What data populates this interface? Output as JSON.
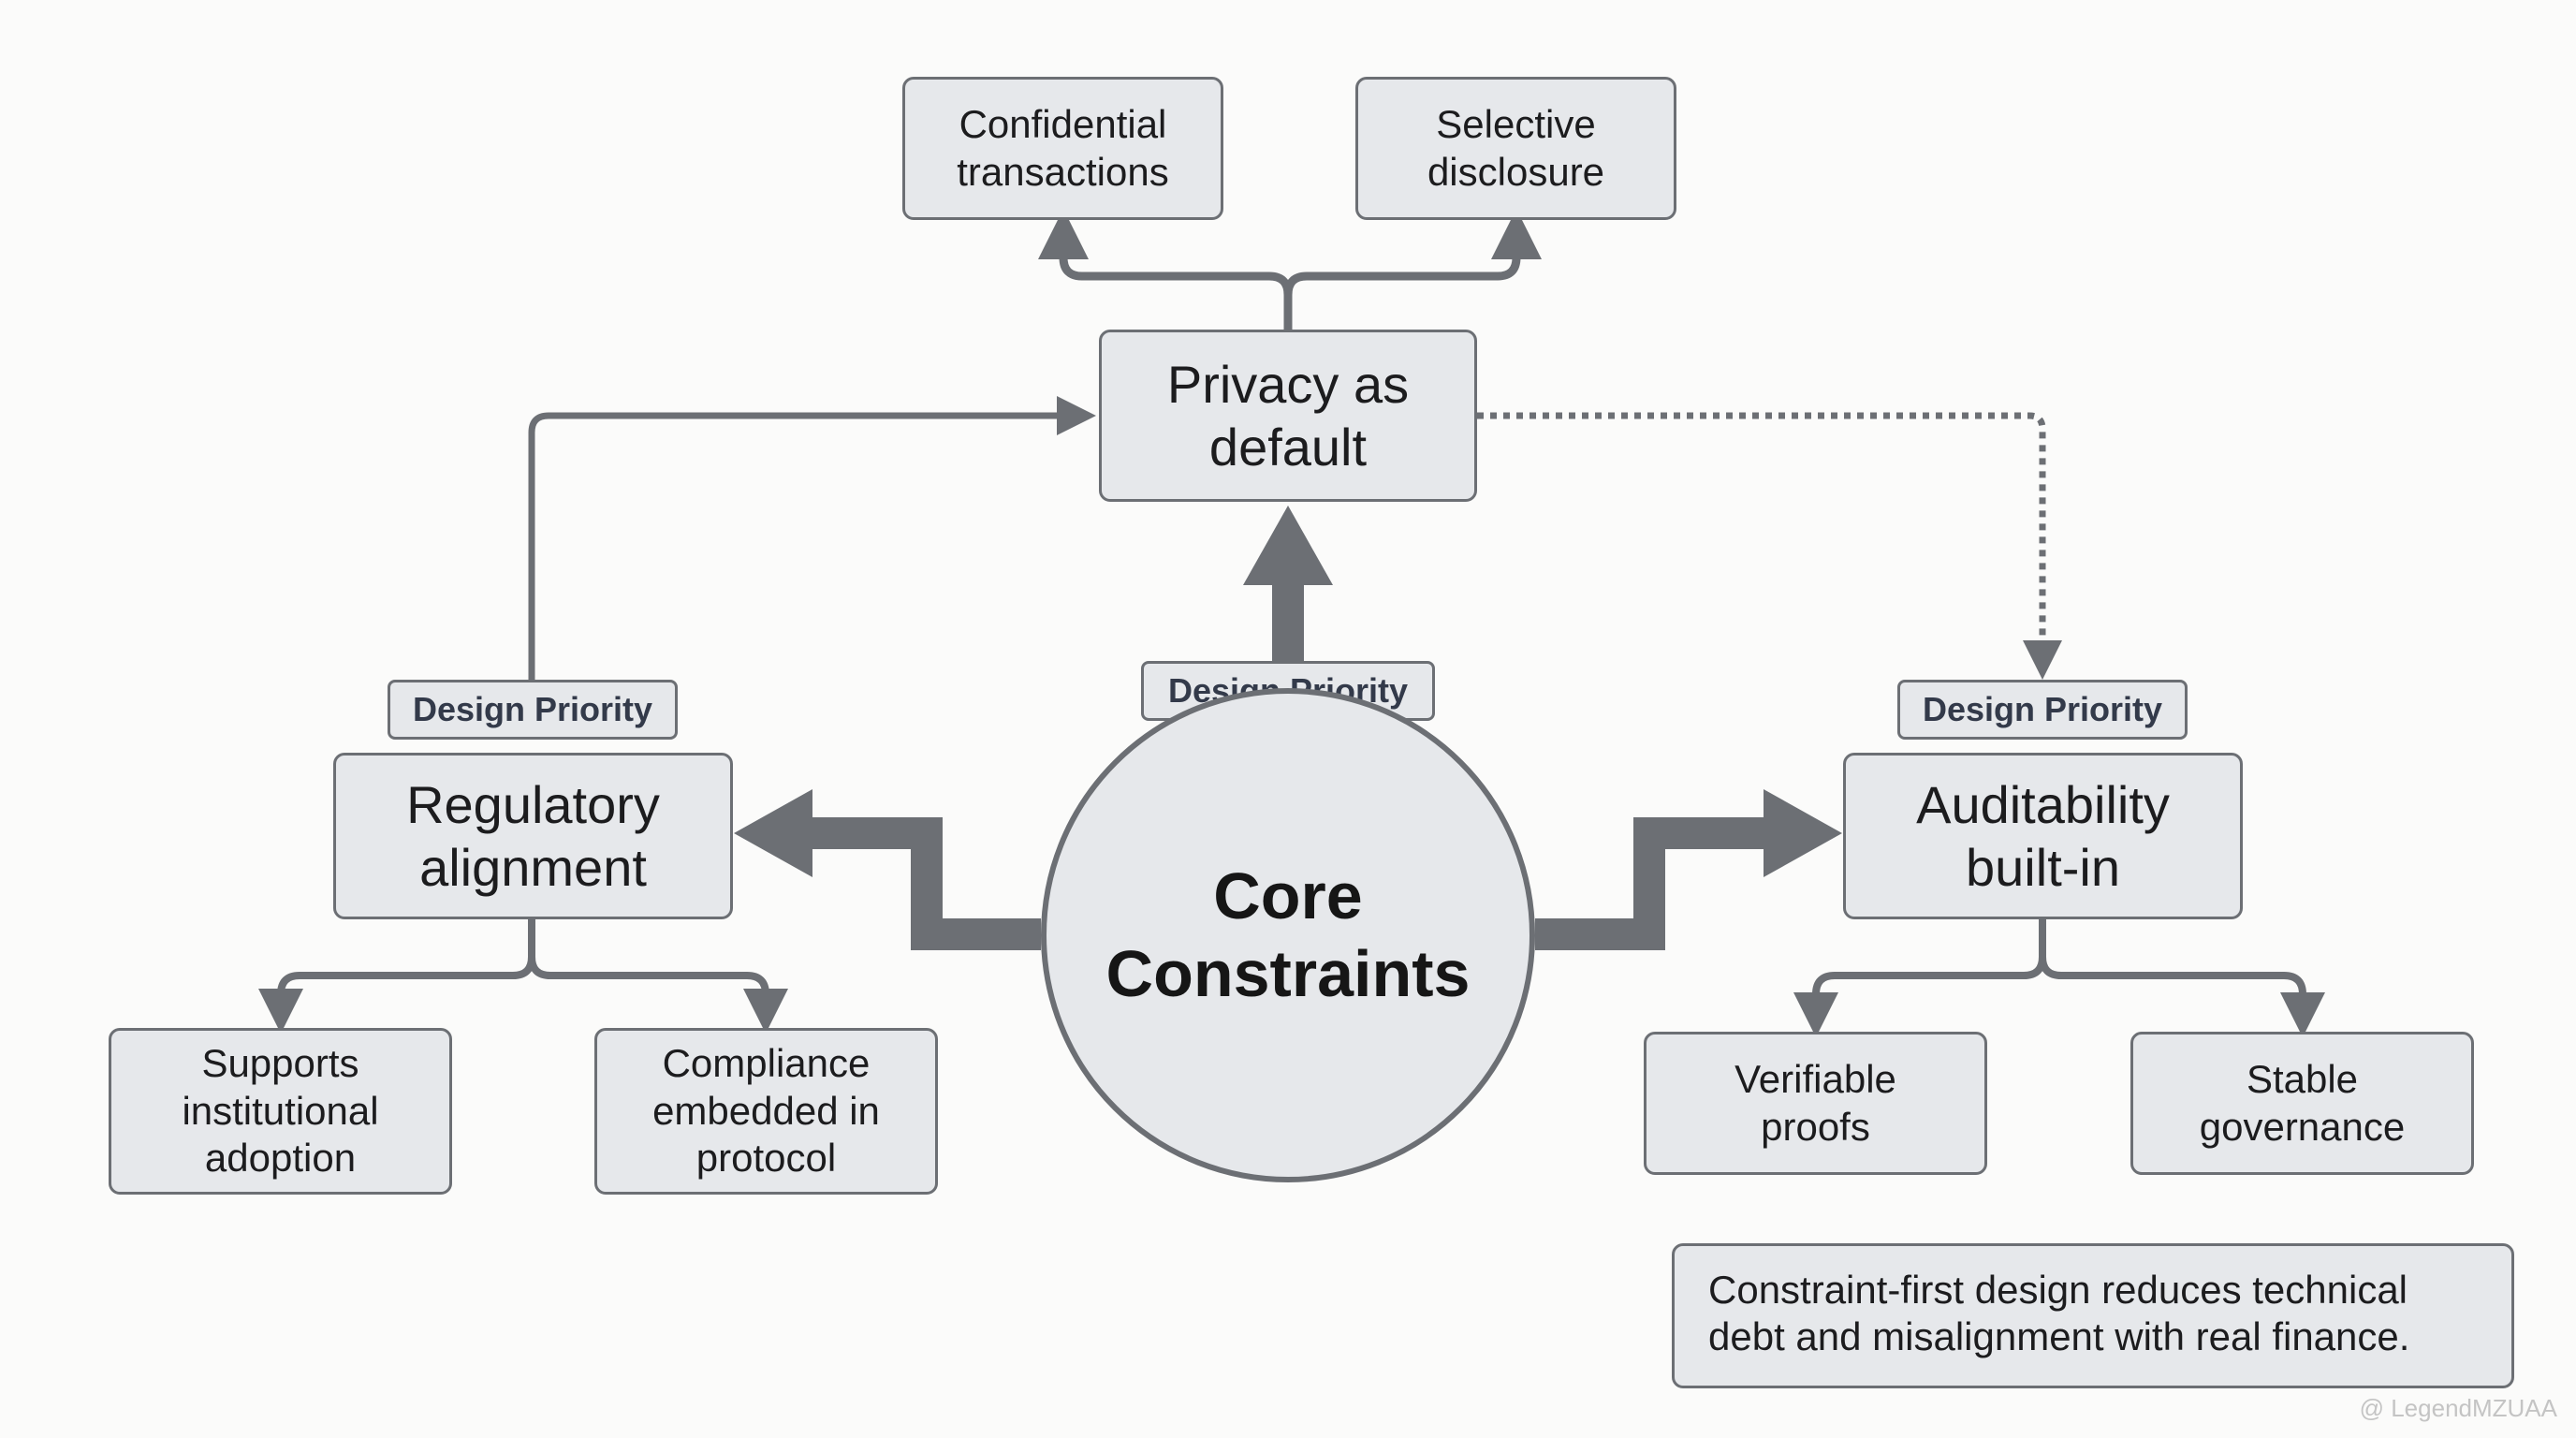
{
  "diagram": {
    "core": {
      "label": "Core\nConstraints"
    },
    "tag_label": "Design Priority",
    "priorities": {
      "privacy": {
        "label": "Privacy as\ndefault",
        "children": [
          "Confidential\ntransactions",
          "Selective\ndisclosure"
        ]
      },
      "regulatory": {
        "label": "Regulatory\nalignment",
        "children": [
          "Supports\ninstitutional\nadoption",
          "Compliance\nembedded in\nprotocol"
        ]
      },
      "auditability": {
        "label": "Auditability\nbuilt-in",
        "children": [
          "Verifiable\nproofs",
          "Stable\ngovernance"
        ]
      }
    },
    "note": "Constraint-first design reduces technical debt and misalignment with real finance.",
    "watermark": "@ LegendMZUAA"
  },
  "colors": {
    "line": "#6c6f74",
    "fill": "#e6e8eb",
    "background": "#fbfbfa"
  }
}
